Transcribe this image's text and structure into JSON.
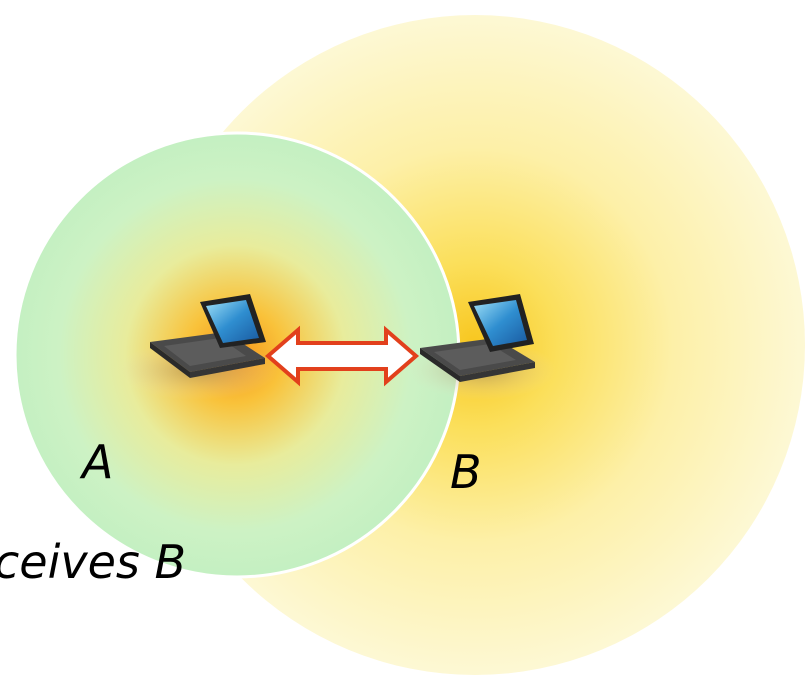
{
  "diagram": {
    "node_a_label": "A",
    "node_b_label": "B",
    "caption": "ceives B"
  },
  "nodes": [
    {
      "id": "A",
      "icon": "laptop-icon"
    },
    {
      "id": "B",
      "icon": "laptop-icon"
    }
  ],
  "link": {
    "type": "bidirectional",
    "icon": "double-arrow-icon",
    "color": "#e2401c"
  },
  "colors": {
    "range_b": "#fdf6c4",
    "range_b_center": "#f9cf39",
    "range_a": "#cdf2c6",
    "range_a_center": "#f59e1e",
    "boundary": "#ffffff"
  }
}
